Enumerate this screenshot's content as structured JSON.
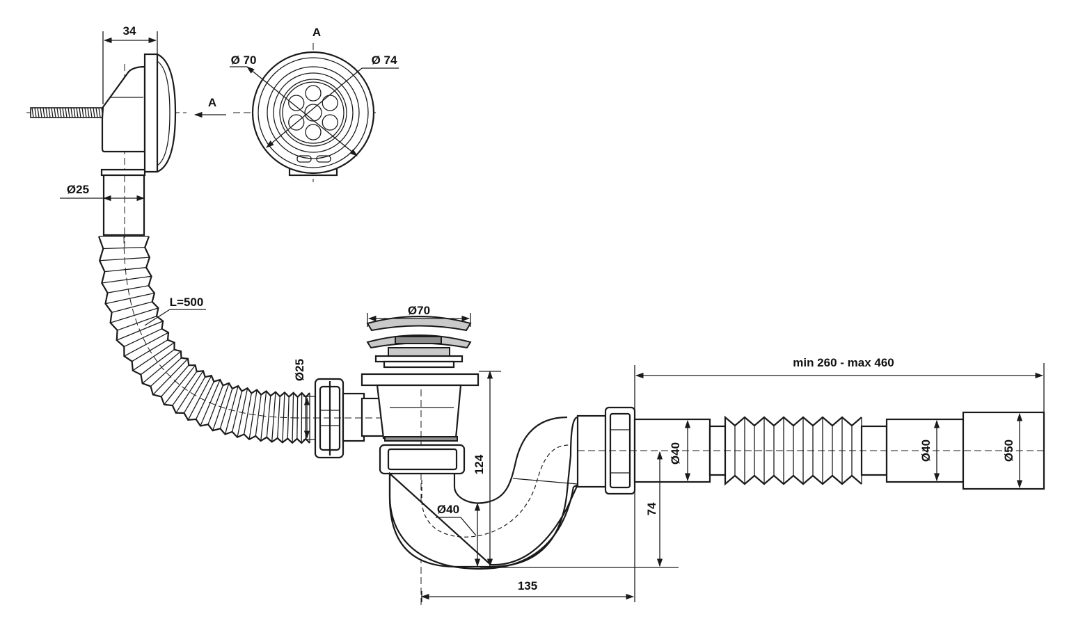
{
  "labels": {
    "overflow_depth": "34",
    "view_mark_top": "A",
    "view_mark_arrow": "A",
    "grate_inner_dia": "Ø 70",
    "grate_outer_dia": "Ø 74",
    "overflow_pipe_dia": "Ø25",
    "hose_length": "L=500",
    "plug_dia": "Ø70",
    "inlet_pipe_dia": "Ø25",
    "trap_outlet_dia": "Ø40",
    "trap_bend_dia": "Ø40",
    "trap_height": "124",
    "trap_offset": "74",
    "trap_width": "135",
    "extension_range": "min 260 - max 460",
    "extension_dia": "Ø40",
    "outlet_dia": "Ø50"
  }
}
